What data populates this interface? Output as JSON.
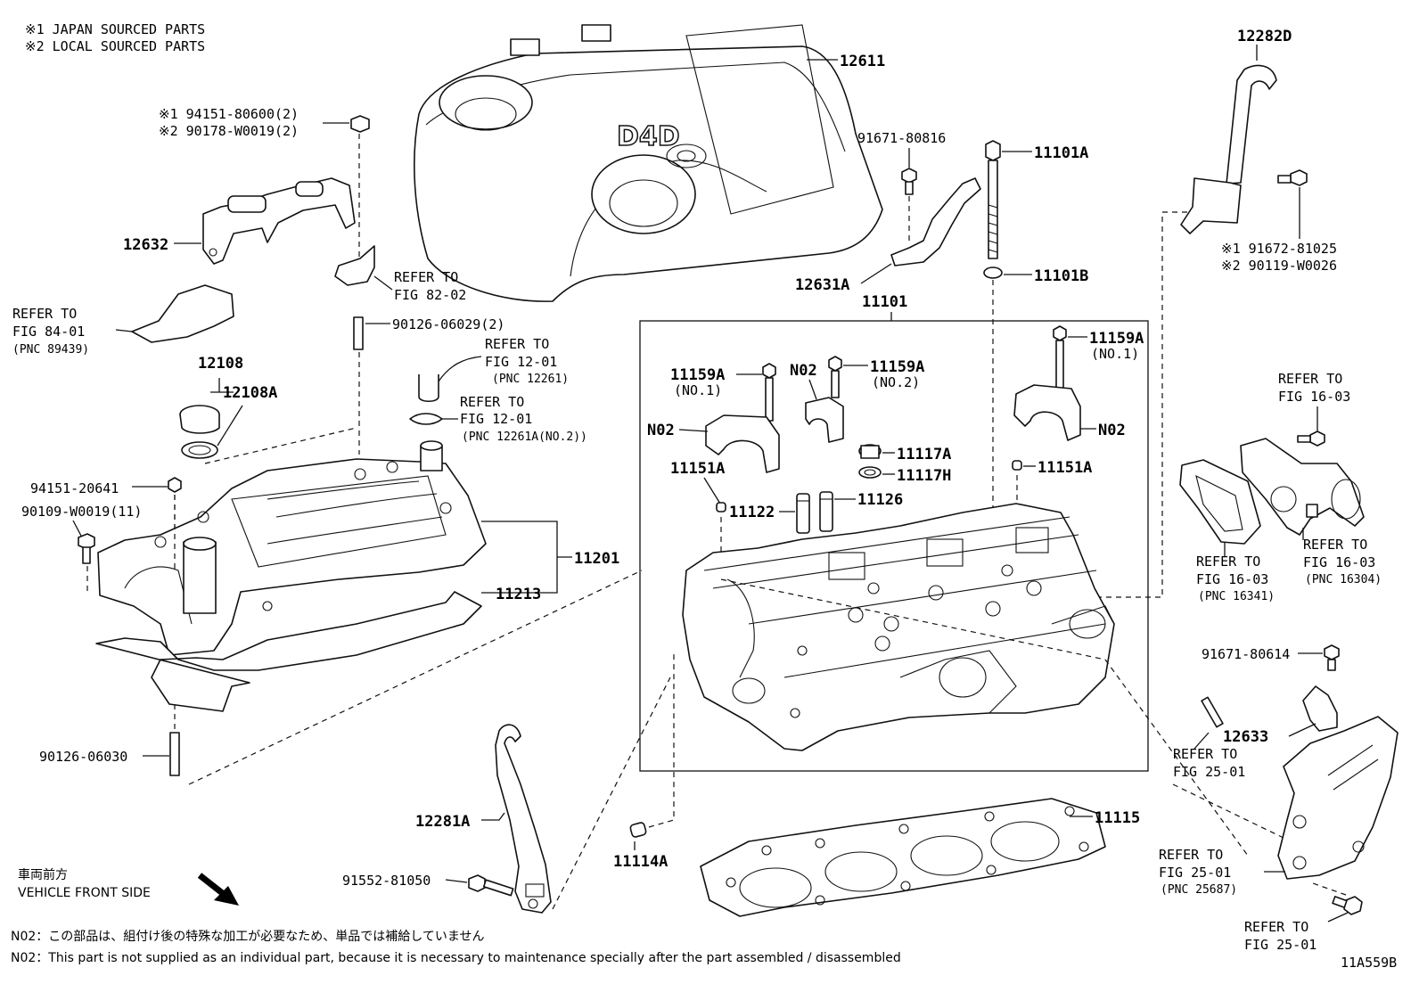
{
  "legend": {
    "japan_sourced": "※1 JAPAN SOURCED PARTS",
    "local_sourced": "※2 LOCAL SOURCED PARTS"
  },
  "callouts": {
    "p12611": "12611",
    "p12282D": "12282D",
    "p91671_80816": "91671-80816",
    "p11101A": "11101A",
    "p12631A": "12631A",
    "p11101B": "11101B",
    "p11101": "11101",
    "p91672_81025": "※1 91672-81025",
    "p90119_W0026": "※2 90119-W0026",
    "p94151_80600": "※1 94151-80600(2)",
    "p90178_W0019": "※2 90178-W0019(2)",
    "p12632": "12632",
    "refer_fig8401_a": "REFER TO",
    "refer_fig8401_b": "FIG 84-01",
    "refer_fig8401_c": "(PNC 89439)",
    "refer_fig8202_a": "REFER TO",
    "refer_fig8202_b": "FIG 82-02",
    "p90126_06029": "90126-06029(2)",
    "p12108": "12108",
    "p12108A": "12108A",
    "refer_fig1201a_a": "REFER TO",
    "refer_fig1201a_b": "FIG 12-01",
    "refer_fig1201a_c": "(PNC 12261)",
    "refer_fig1201b_a": "REFER TO",
    "refer_fig1201b_b": "FIG 12-01",
    "refer_fig1201b_c": "(PNC 12261A(NO.2))",
    "p94151_20641": "94151-20641",
    "p90109_W0019": "90109-W0019(11)",
    "p11201": "11201",
    "p11213": "11213",
    "p90126_06030": "90126-06030",
    "p11159A_1": "11159A",
    "p11159A_1_sub": "(NO.1)",
    "pN02_a": "N02",
    "p11159A_2": "11159A",
    "p11159A_2_sub": "(NO.2)",
    "p11159A_3": "11159A",
    "p11159A_3_sub": "(NO.1)",
    "pN02_b": "N02",
    "pN02_c": "N02",
    "p11117A": "11117A",
    "p11117H": "11117H",
    "p11151A_a": "11151A",
    "p11151A_b": "11151A",
    "p11122": "11122",
    "p11126": "11126",
    "refer_fig1603a_a": "REFER TO",
    "refer_fig1603a_b": "FIG 16-03",
    "refer_fig1603b_a": "REFER TO",
    "refer_fig1603b_b": "FIG 16-03",
    "refer_fig1603b_c": "(PNC 16341)",
    "refer_fig1603c_a": "REFER TO",
    "refer_fig1603c_b": "FIG 16-03",
    "refer_fig1603c_c": "(PNC 16304)",
    "p91671_80614": "91671-80614",
    "p12633": "12633",
    "refer_fig2501a_a": "REFER TO",
    "refer_fig2501a_b": "FIG 25-01",
    "p12281A": "12281A",
    "p91552_81050": "91552-81050",
    "p11114A": "11114A",
    "p11115": "11115",
    "refer_fig2501b_a": "REFER TO",
    "refer_fig2501b_b": "FIG 25-01",
    "refer_fig2501b_c": "(PNC 25687)",
    "refer_fig2501c_a": "REFER TO",
    "refer_fig2501c_b": "FIG 25-01"
  },
  "cover_logo": "D4D",
  "front": {
    "jp": "車両前方",
    "en": "VEHICLE FRONT SIDE"
  },
  "notes": {
    "jp": "N02：この部品は、組付け後の特殊な加工が必要なため、単品では補給していません",
    "en": "N02：This part is not supplied as an individual part, because it is necessary to maintenance specially after the part assembled / disassembled"
  },
  "figure_id": "11A559B"
}
